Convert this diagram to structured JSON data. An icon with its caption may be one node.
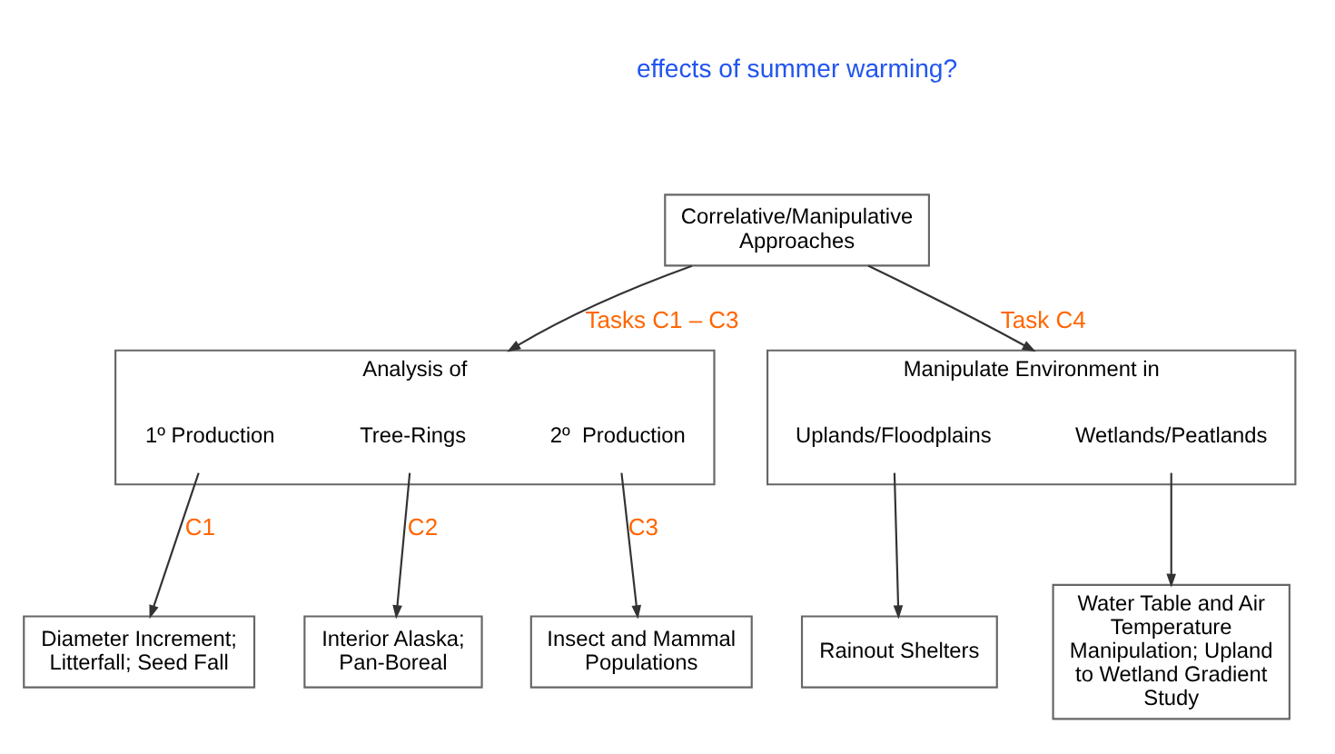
{
  "diagram": {
    "nodes": [
      {
        "text": [
          "Correlative/Manipulative Approaches"
        ]
      },
      {
        "text": [
          "Analysis of"
        ]
      },
      {
        "text": [
          "1º Production"
        ],
        "in": 1
      },
      {
        "text": [
          "Tree-Rings"
        ],
        "in": 1
      },
      {
        "text": [
          "2º  Production"
        ],
        "in": 1
      },
      {
        "text": [
          "Manipulate Environment in"
        ]
      },
      {
        "text": [
          "Uplands/Floodplains"
        ],
        "in": 5
      },
      {
        "text": [
          "Wetlands/Peatlands"
        ],
        "in": 5
      },
      {
        "text": [
          "Diameter Increment; Litterfall; Seed Fall"
        ]
      },
      {
        "text": [
          "Interior Alaska; Pan-Boreal"
        ]
      },
      {
        "text": [
          "Insect and Mammal Populations"
        ]
      },
      {
        "text": [
          "Rainout Shelters"
        ]
      },
      {
        "text": [
          "Water Table and Air Temperature Manipulation; Upland to Wetland Gradient Study"
        ]
      }
    ],
    "edges": [
      {
        "from": 0,
        "to": 1,
        "arrow": "to",
        "label": "Tasks C1 – C3"
      },
      {
        "from": 0,
        "to": 5,
        "arrow": "to",
        "label": "Task C4"
      },
      {
        "from": 2,
        "to": 8,
        "arrow": "to",
        "label": "C1"
      },
      {
        "from": 3,
        "to": 9,
        "arrow": "to",
        "label": "C2"
      },
      {
        "from": 4,
        "to": 10,
        "arrow": "to",
        "label": "C3"
      },
      {
        "from": 6,
        "to": 11,
        "arrow": "to"
      },
      {
        "from": 7,
        "to": 12,
        "arrow": "to"
      }
    ],
    "labels": [
      "effects of summer warming?"
    ]
  }
}
